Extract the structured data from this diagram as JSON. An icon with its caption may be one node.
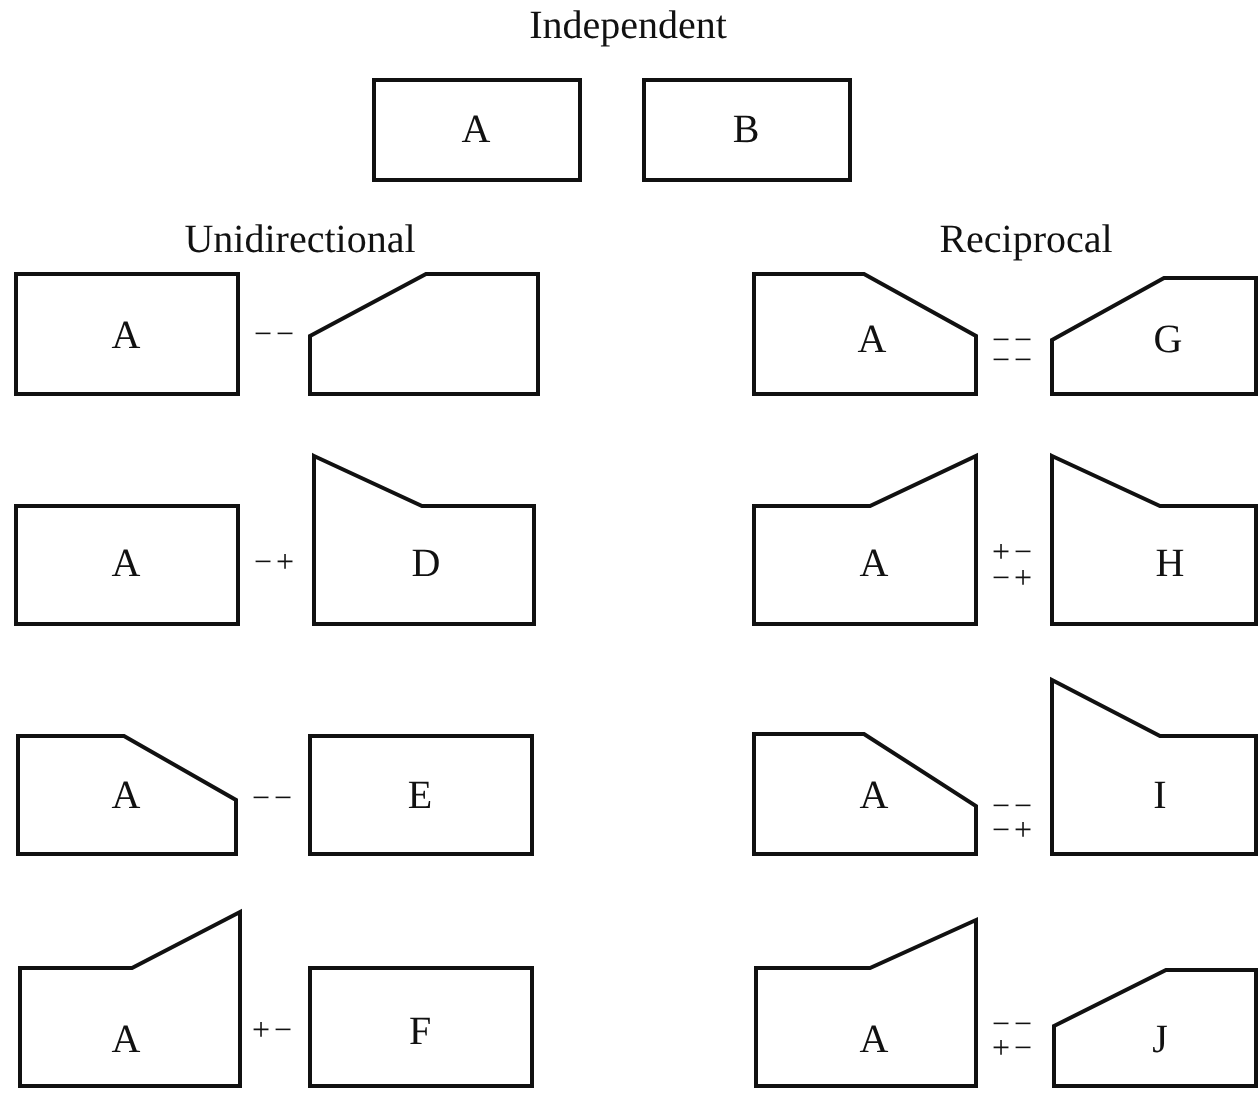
{
  "diagram": {
    "title": "Independent",
    "nodes": [
      {
        "text": [
          "A"
        ]
      },
      {
        "text": [
          "B"
        ]
      },
      {
        "text": [
          "A"
        ]
      },
      {
        "text": [],
        "shape": "box"
      },
      {
        "text": [
          "A"
        ]
      },
      {
        "text": [
          "D"
        ]
      },
      {
        "text": [
          "A"
        ]
      },
      {
        "text": [
          "E"
        ]
      },
      {
        "text": [
          "A"
        ]
      },
      {
        "text": [
          "F"
        ]
      },
      {
        "text": [
          "A"
        ]
      },
      {
        "text": [
          "G"
        ]
      },
      {
        "text": [
          "A"
        ]
      },
      {
        "text": [
          "H"
        ]
      },
      {
        "text": [
          "A"
        ]
      },
      {
        "text": [
          "I"
        ]
      },
      {
        "text": [
          "A"
        ]
      },
      {
        "text": [
          "J"
        ]
      }
    ],
    "labels": [
      "Unidirectional",
      "Reciprocal",
      "−−",
      "−+",
      "−−",
      "+−",
      "−−",
      "−−",
      "+−",
      "−+",
      "−−",
      "−+",
      "−−",
      "+−"
    ]
  }
}
